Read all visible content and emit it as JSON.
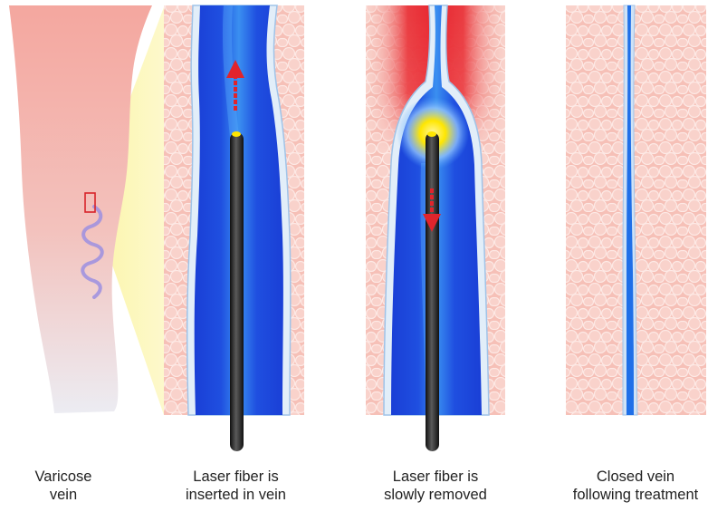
{
  "captions": {
    "varicose": {
      "line1": "Varicose",
      "line2": "vein"
    },
    "inserted": {
      "line1": "Laser fiber is",
      "line2": "inserted in vein"
    },
    "removed": {
      "line1": "Laser fiber is",
      "line2": "slowly removed"
    },
    "closed": {
      "line1": "Closed vein",
      "line2": "following treatment"
    }
  },
  "colors": {
    "skin": "#f4b0a8",
    "skin_light": "#fbd9d3",
    "vein_blue": "#1f4fe0",
    "vein_light": "#3a8ff0",
    "vein_wall": "#bcd6ef",
    "heat_red": "#e8242e",
    "laser_glow": "#ffe600",
    "fiber": "#2b2b2b",
    "zoom_beam": "#fdf6a8",
    "caption_text": "#222222"
  },
  "icons": {
    "arrow_up": "red-arrow-up-icon",
    "arrow_down": "red-arrow-down-icon"
  }
}
